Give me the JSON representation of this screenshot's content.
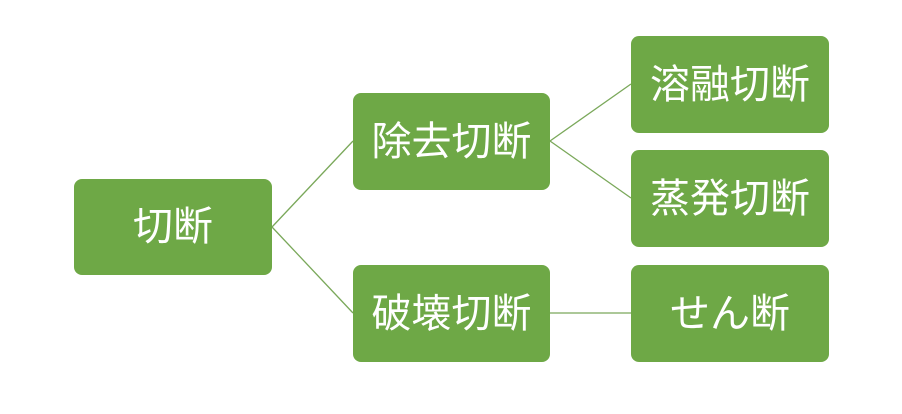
{
  "colors": {
    "node_fill": "#6ea846",
    "node_text": "#ffffff",
    "connector": "#7aa85a"
  },
  "nodes": {
    "root": "切断",
    "removal": "除去切断",
    "destructive": "破壊切断",
    "melting": "溶融切断",
    "evaporation": "蒸発切断",
    "shearing": "せん断"
  }
}
